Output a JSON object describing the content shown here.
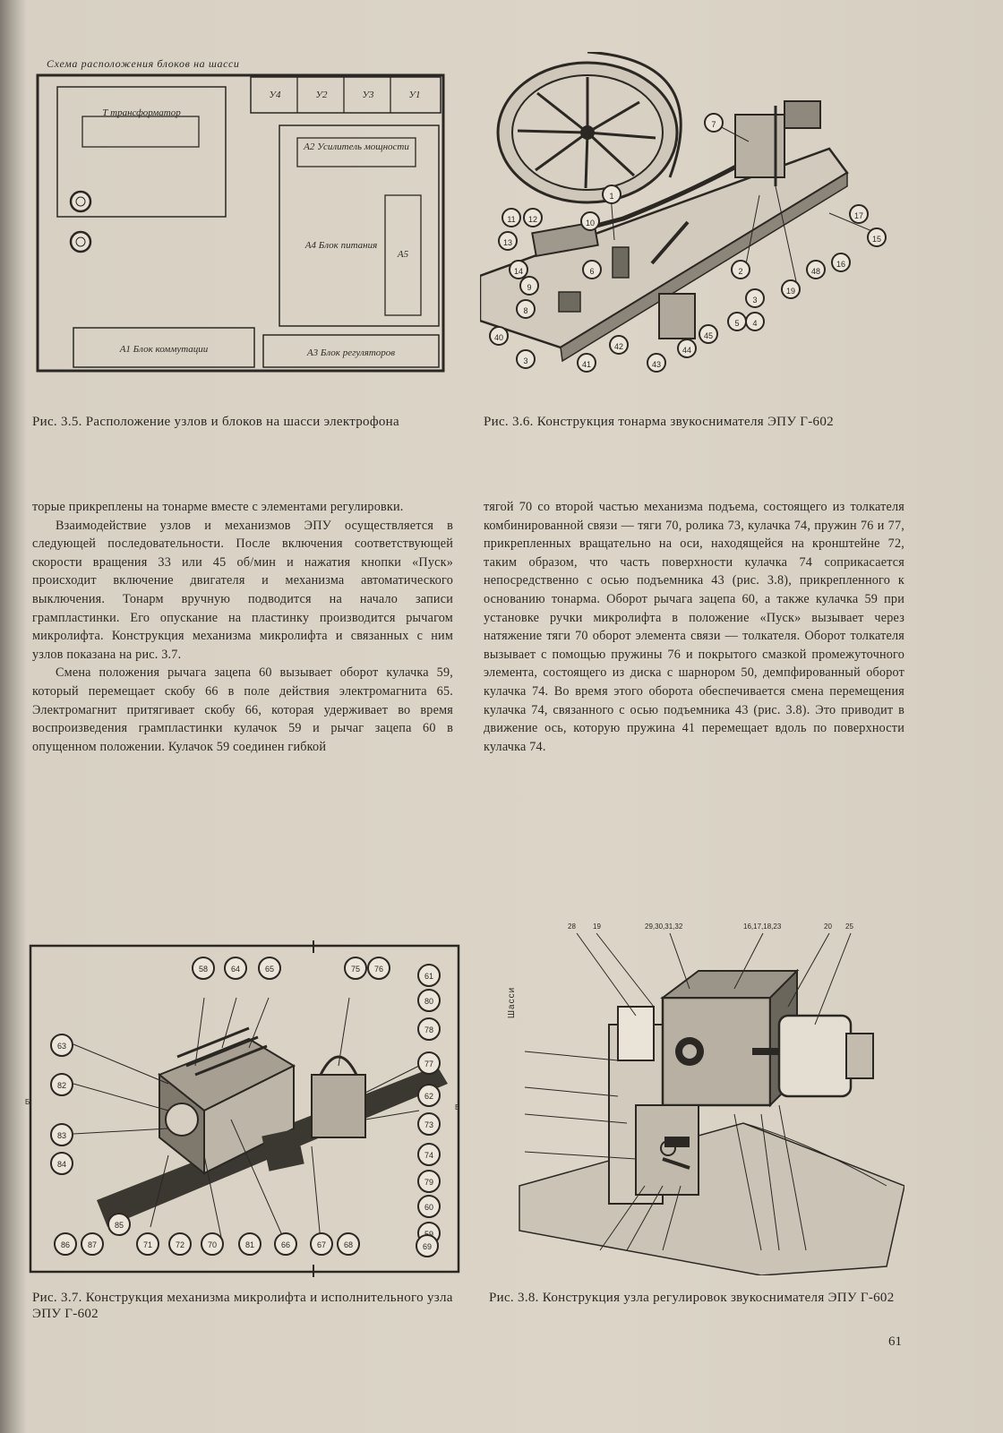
{
  "page_number": "61",
  "fig35": {
    "scheme_title": "Схема расположения блоков на шасси",
    "blocks": {
      "t": "Т трансформатор",
      "u4": "У4",
      "u2": "У2",
      "u3": "У3",
      "u1": "У1",
      "a2": "А2 Усилитель мощности",
      "a4": "А4 Блок питания",
      "a5": "А5",
      "a1": "А1 Блок коммутации",
      "a3": "А3 Блок регуляторов"
    },
    "caption": "Рис. 3.5. Расположение узлов и блоков на шасси электрофона"
  },
  "fig36": {
    "caption": "Рис. 3.6. Конструкция тонарма звукоснимателя ЭПУ Г-602"
  },
  "fig37": {
    "caption": "Рис. 3.7. Конструкция механизма микролифта и исполнительного узла ЭПУ Г-602",
    "labels": [
      "58",
      "64",
      "65",
      "75",
      "76",
      "61",
      "80",
      "78",
      "77",
      "62",
      "73",
      "74",
      "79",
      "60",
      "59",
      "63",
      "82",
      "83",
      "84",
      "85",
      "86",
      "87",
      "71",
      "72",
      "70",
      "81",
      "66",
      "67",
      "68",
      "69"
    ]
  },
  "fig38": {
    "caption": "Рис. 3.8. Конструкция узла регулировок звукоснимателя ЭПУ Г-602",
    "side_label": "Шасси",
    "top_labels": [
      "28",
      "19",
      "29,30,31,32",
      "16,17,18,23",
      "20",
      "25"
    ]
  },
  "text_left": [
    "торые прикреплены на тонарме вместе с элементами регулировки.",
    "Взаимодействие узлов и механизмов ЭПУ осуществляется в следующей последовательности. После включения соответствующей скорости вращения 33 или 45 об/мин и нажатия кнопки «Пуск» происходит включение двигателя и механизма автоматического выключения. Тонарм вручную подводится на начало записи грампластинки. Его опускание на пластинку производится рычагом микролифта. Конструкция механизма микролифта и связанных с ним узлов показана на рис. 3.7.",
    "Смена положения рычага зацепа 60 вызывает оборот кулачка 59, который перемещает скобу 66 в поле действия электромагнита 65. Электромагнит притягивает скобу 66, которая удерживает во время воспроизведения грампластинки кулачок 59 и рычаг зацепа 60 в опущенном положении. Кулачок 59 соединен гибкой"
  ],
  "text_right": [
    "тягой 70 со второй частью механизма подъема, состоящего из толкателя комбинированной связи — тяги 70, ролика 73, кулачка 74, пружин 76 и 77, прикрепленных вращательно на оси, находящейся на кронштейне 72, таким образом, что часть поверхности кулачка 74 соприкасается непосредственно с осью подъемника 43 (рис. 3.8), прикрепленного к основанию тонарма. Оборот рычага зацепа 60, а также кулачка 59 при установке ручки микролифта в положение «Пуск» вызывает через натяжение тяги 70 оборот элемента связи — толкателя. Оборот толкателя вызывает с помощью пружины 76 и покрытого смазкой промежуточного элемента, состоящего из диска с шарнором 50, демпфированный оборот кулачка 74. Во время этого оборота обеспечивается смена перемещения кулачка 74, связанного с осью подъемника 43 (рис. 3.8). Это приводит в движение ось, которую пружина 41 перемещает вдоль по поверхности кулачка 74."
  ]
}
